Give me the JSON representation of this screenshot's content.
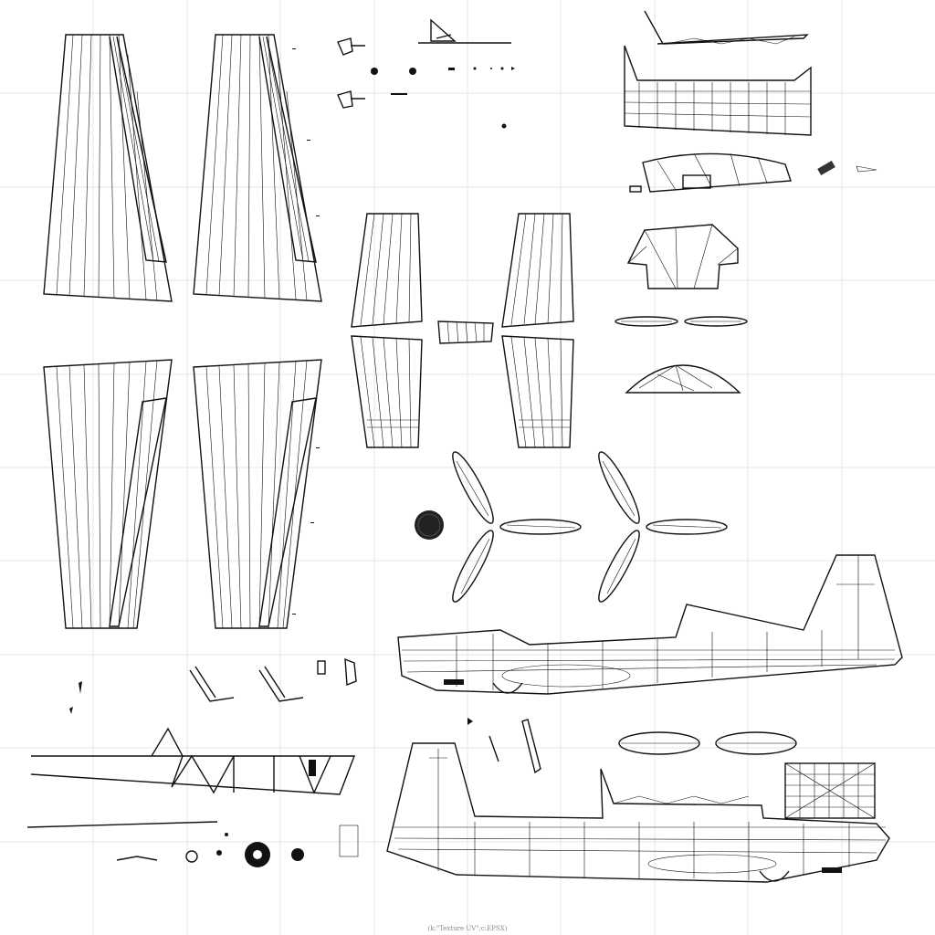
{
  "footer": {
    "caption": "(k:\"Texture UV\";c:EPSX)"
  },
  "colors": {
    "background": "#ffffff",
    "grid": "#e6e6e6",
    "wireframe": "#111111"
  },
  "icons": [
    "wing-panel",
    "tail-surface",
    "propeller-blade",
    "spinner",
    "fuselage-side",
    "canopy",
    "wheel"
  ]
}
